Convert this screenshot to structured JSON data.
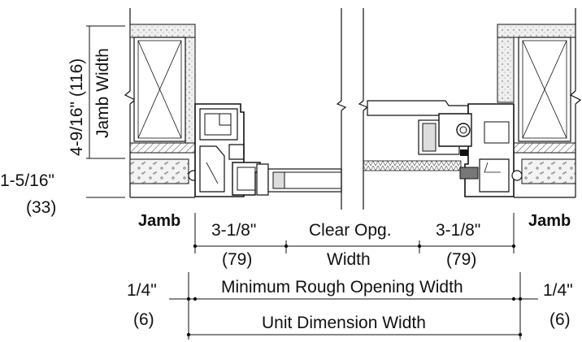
{
  "labels": {
    "jamb_height_imperial": "4-9/16\" (116)",
    "jamb_width": "Jamb Width",
    "sill_imperial": "1-5/16\"",
    "sill_metric": "(33)",
    "jamb_left": "Jamb",
    "jamb_right": "Jamb",
    "left_frame_imperial": "3-1/8\"",
    "left_frame_metric": "(79)",
    "clear_opening_line1": "Clear Opg.",
    "clear_opening_line2": "Width",
    "right_frame_imperial": "3-1/8\"",
    "right_frame_metric": "(79)",
    "min_rough_opening": "Minimum Rough Opening Width",
    "gap_left_imperial": "1/4\"",
    "gap_left_metric": "(6)",
    "gap_right_imperial": "1/4\"",
    "gap_right_metric": "(6)",
    "unit_dimension": "Unit Dimension Width"
  },
  "colors": {
    "line": "#111111",
    "insulation_fill": "#dcdcdc",
    "concrete_fill": "#e6e6e6",
    "weatherstrip": "#777777"
  }
}
